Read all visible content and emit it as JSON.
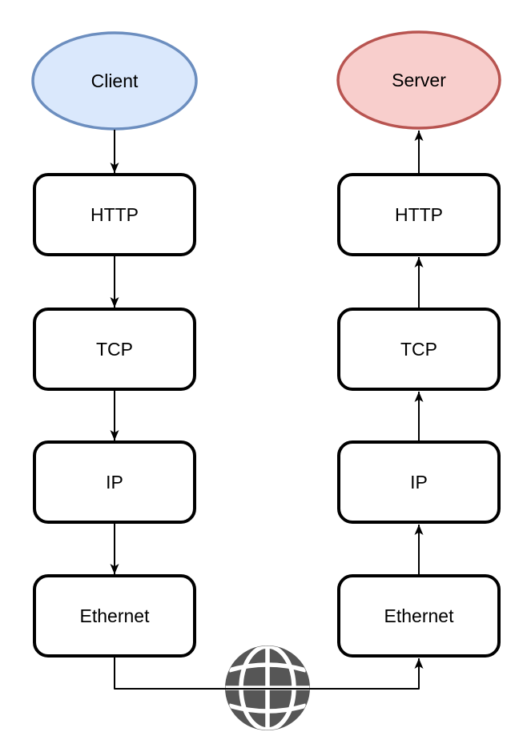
{
  "diagram": {
    "client": {
      "label": "Client",
      "fill": "#dae8fc",
      "stroke": "#6c8ebf",
      "layers": [
        "HTTP",
        "TCP",
        "IP",
        "Ethernet"
      ]
    },
    "server": {
      "label": "Server",
      "fill": "#f8cecc",
      "stroke": "#b85450",
      "layers": [
        "HTTP",
        "TCP",
        "IP",
        "Ethernet"
      ]
    },
    "box": {
      "fill": "#ffffff",
      "stroke": "#000000"
    },
    "connector_color": "#000000",
    "globe": {
      "icon": "globe-icon",
      "color": "#565656",
      "grid_color": "#ffffff"
    }
  }
}
